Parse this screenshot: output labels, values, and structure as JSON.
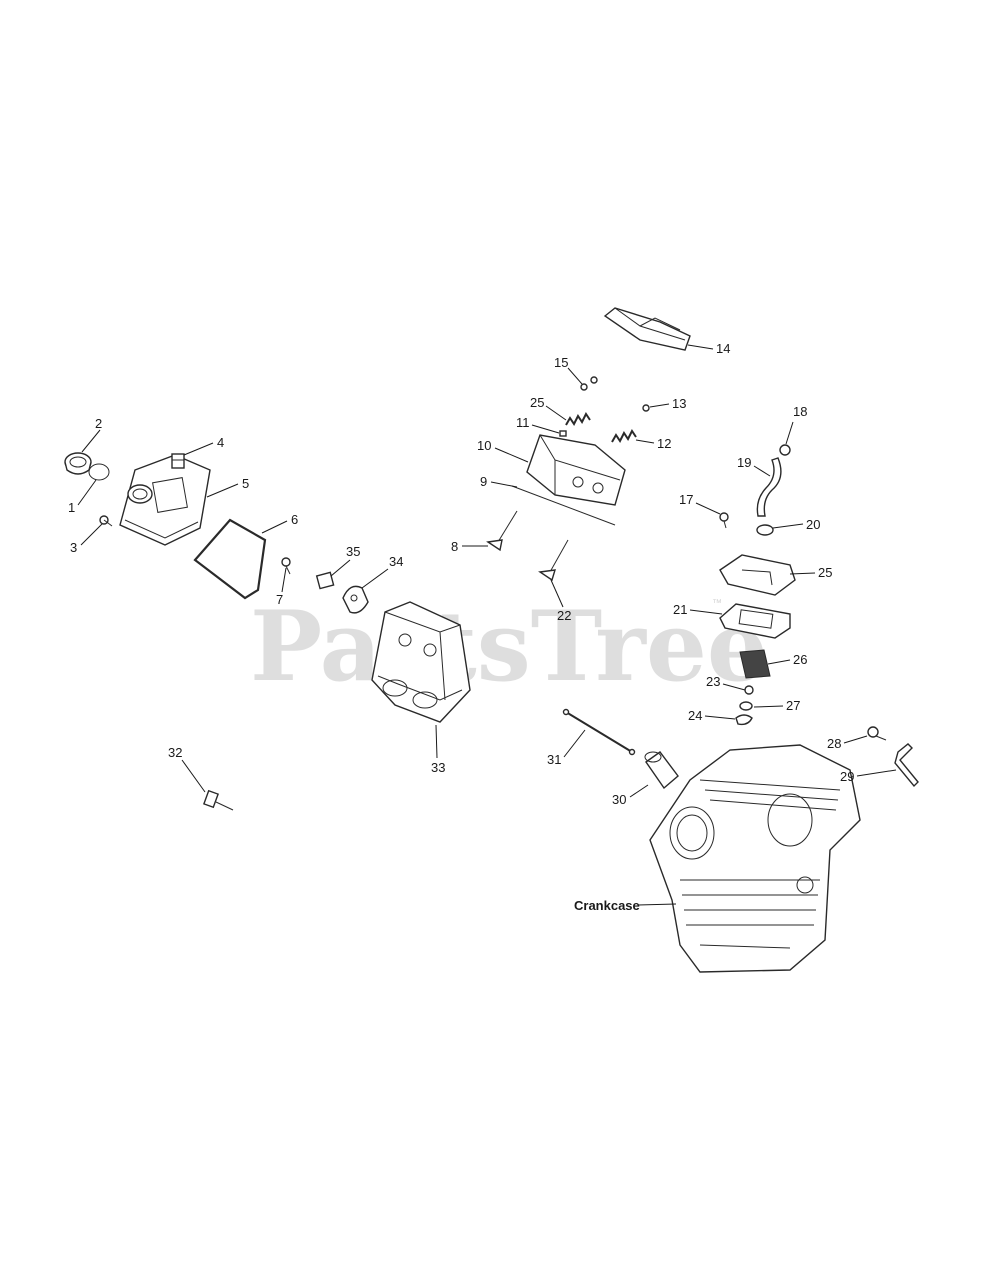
{
  "watermark": {
    "text": "PartsTree",
    "tm": "™"
  },
  "callouts": {
    "c1": "1",
    "c2": "2",
    "c3": "3",
    "c4": "4",
    "c5": "5",
    "c6": "6",
    "c7": "7",
    "c8": "8",
    "c9": "9",
    "c10": "10",
    "c11": "11",
    "c12": "12",
    "c13": "13",
    "c14": "14",
    "c15": "15",
    "c17": "17",
    "c18": "18",
    "c19": "19",
    "c20": "20",
    "c21": "21",
    "c22": "22",
    "c23": "23",
    "c24": "24",
    "c25a": "25",
    "c25b": "25",
    "c26": "26",
    "c27": "27",
    "c28": "28",
    "c29": "29",
    "c30": "30",
    "c31": "31",
    "c32": "32",
    "c33": "33",
    "c34": "34",
    "c35": "35",
    "crankcase": "Crankcase"
  }
}
